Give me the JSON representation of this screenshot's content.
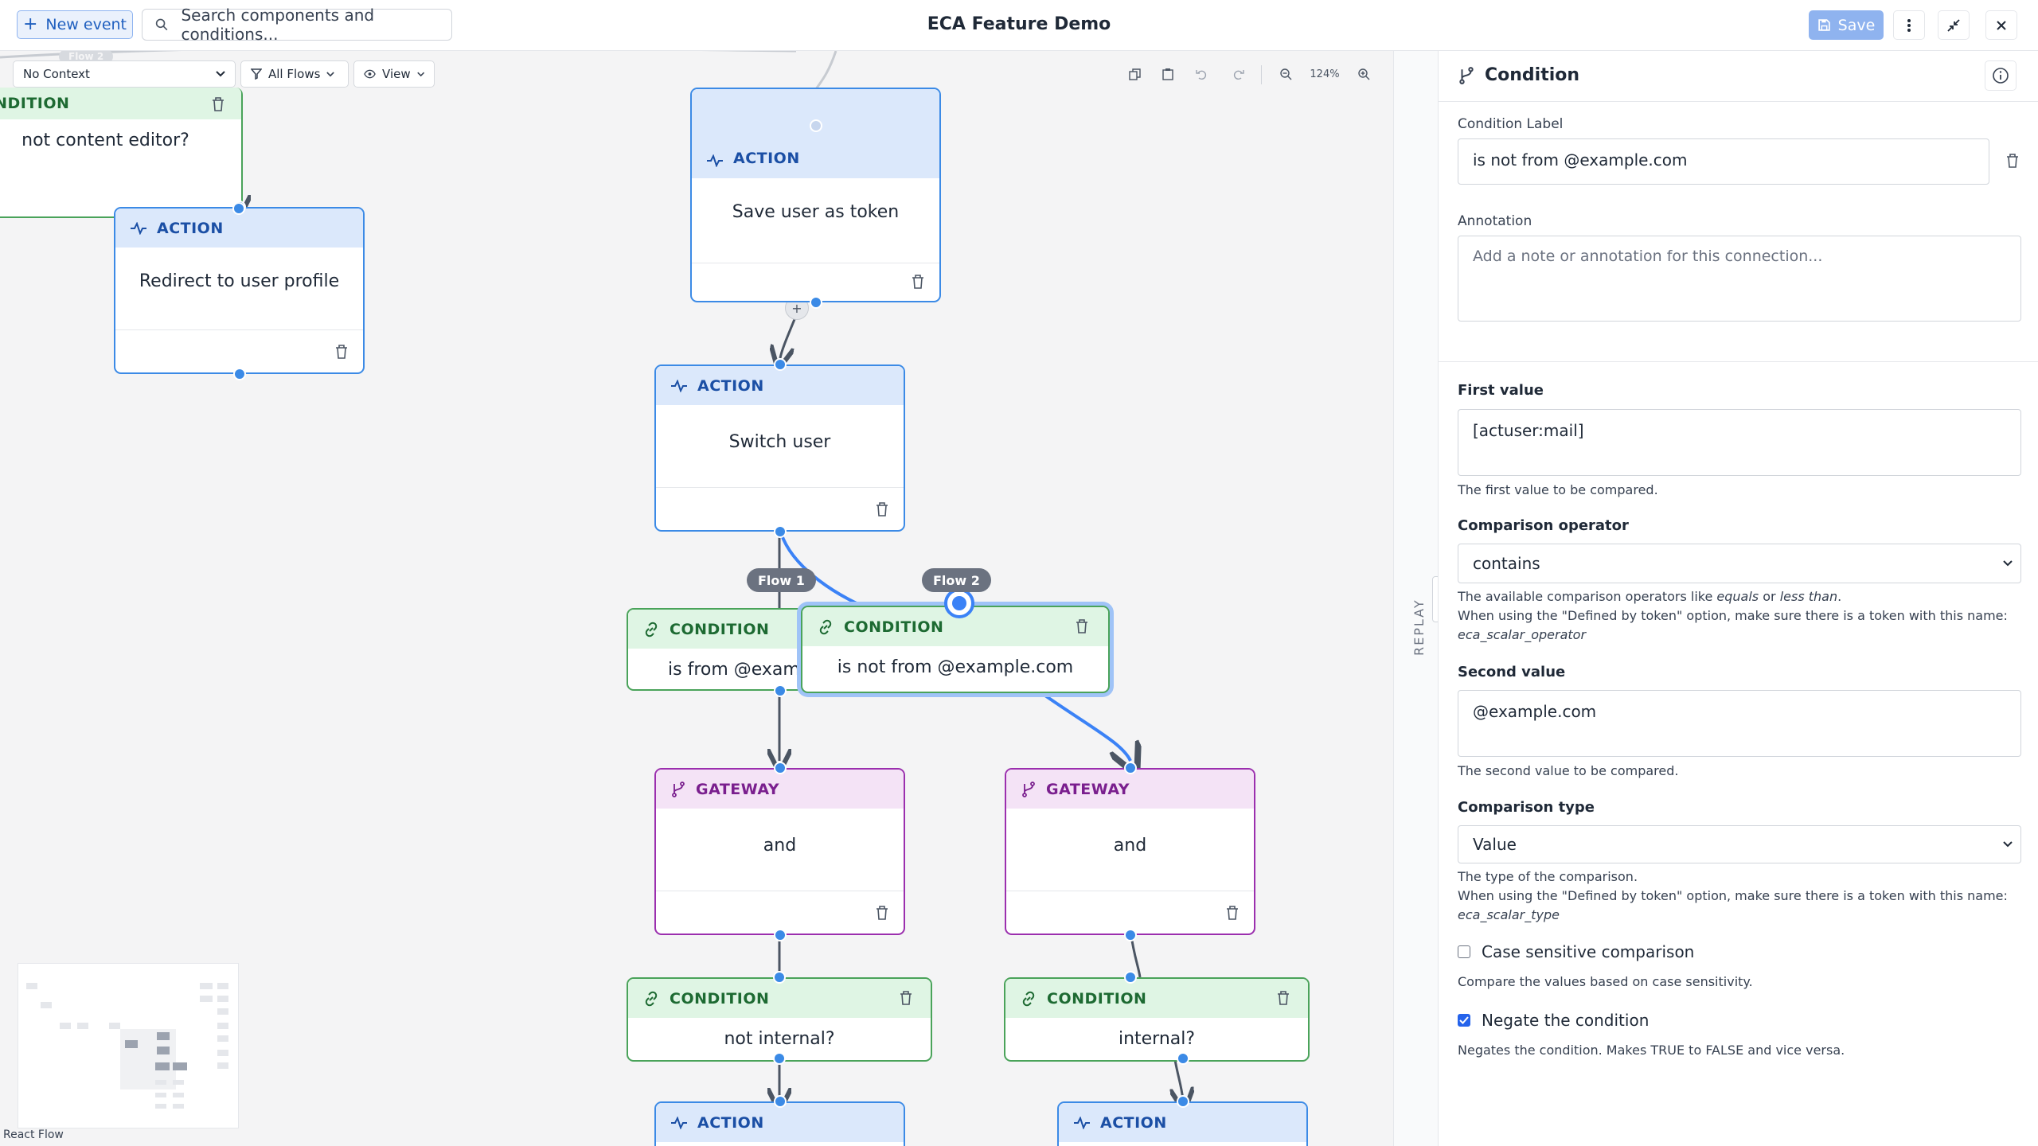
{
  "topbar": {
    "new_event_label": "New event",
    "search_placeholder": "Search components and conditions...",
    "title": "ECA Feature Demo",
    "save_label": "Save"
  },
  "canvas": {
    "context_select": "No Context",
    "flows_filter": "All Flows",
    "view_filter": "View",
    "zoom": "124%",
    "partial_flow_label": "Flow 2",
    "flow_tags": [
      "Flow 1",
      "Flow 2"
    ],
    "nodes": [
      {
        "type": "CONDITION",
        "label": "not content editor?"
      },
      {
        "type": "ACTION",
        "label": "Redirect to user profile"
      },
      {
        "type": "ACTION",
        "label": "Save user as token"
      },
      {
        "type": "ACTION",
        "label": "Switch user"
      },
      {
        "type": "CONDITION",
        "label": "is from @exam"
      },
      {
        "type": "CONDITION",
        "label": "is not from @example.com"
      },
      {
        "type": "GATEWAY",
        "label": "and"
      },
      {
        "type": "GATEWAY",
        "label": "and"
      },
      {
        "type": "CONDITION",
        "label": "not internal?"
      },
      {
        "type": "CONDITION",
        "label": "internal?"
      },
      {
        "type": "ACTION",
        "label": ""
      },
      {
        "type": "ACTION",
        "label": ""
      }
    ],
    "attribution": "React Flow"
  },
  "replay": {
    "label": "REPLAY"
  },
  "panel": {
    "title": "Condition",
    "condition_label": {
      "label": "Condition Label",
      "value": "is not from @example.com"
    },
    "annotation": {
      "label": "Annotation",
      "placeholder": "Add a note or annotation for this connection..."
    },
    "first_value": {
      "label": "First value",
      "value": "[actuser:mail]",
      "help": "The first value to be compared."
    },
    "operator": {
      "label": "Comparison operator",
      "value": "contains",
      "help_1_a": "The available comparison operators like ",
      "help_1_b": "equals",
      "help_1_c": " or ",
      "help_1_d": "less than",
      "help_1_e": ".",
      "help_2": "When using the \"Defined by token\" option, make sure there is a token with this name:",
      "help_3": "eca_scalar_operator"
    },
    "second_value": {
      "label": "Second value",
      "value": "@example.com",
      "help": "The second value to be compared."
    },
    "comparison_type": {
      "label": "Comparison type",
      "value": "Value",
      "help_1": "The type of the comparison.",
      "help_2": "When using the \"Defined by token\" option, make sure there is a token with this name:",
      "help_3": "eca_scalar_type"
    },
    "case_sensitive": {
      "label": "Case sensitive comparison",
      "checked": false,
      "help": "Compare the values based on case sensitivity."
    },
    "negate": {
      "label": "Negate the condition",
      "checked": true,
      "help": "Negates the condition. Makes TRUE to FALSE and vice versa."
    }
  },
  "colors": {
    "action": "#3b8ae6",
    "gateway": "#9b2fae",
    "condition": "#4aa35a",
    "save": "#8fb3ef"
  }
}
